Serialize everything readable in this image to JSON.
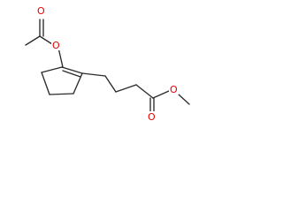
{
  "molecule": {
    "atoms": {
      "acetyl_oxygen_double": "O",
      "acetyl_oxygen_single": "O",
      "ester_oxygen_double": "O",
      "ester_oxygen_single": "O"
    },
    "colors": {
      "bond": "#2b2b2b",
      "oxygen": "#e60000",
      "background": "#ffffff"
    }
  }
}
